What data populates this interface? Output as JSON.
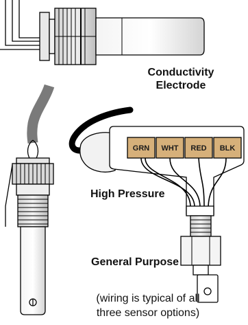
{
  "labels": {
    "conductivity_line1": "Conductivity",
    "conductivity_line2": "Electrode",
    "high_pressure": "High Pressure",
    "general_purpose": "General Purpose",
    "note_line1": "(wiring is typical of all",
    "note_line2": "three sensor options)"
  },
  "terminals": [
    "GRN",
    "WHT",
    "RED",
    "BLK"
  ],
  "colors": {
    "terminal_fill": "#d6b07a",
    "cable_gray": "#7a7a7a",
    "outline": "#000000",
    "body_gray": "#d9d9d9"
  }
}
